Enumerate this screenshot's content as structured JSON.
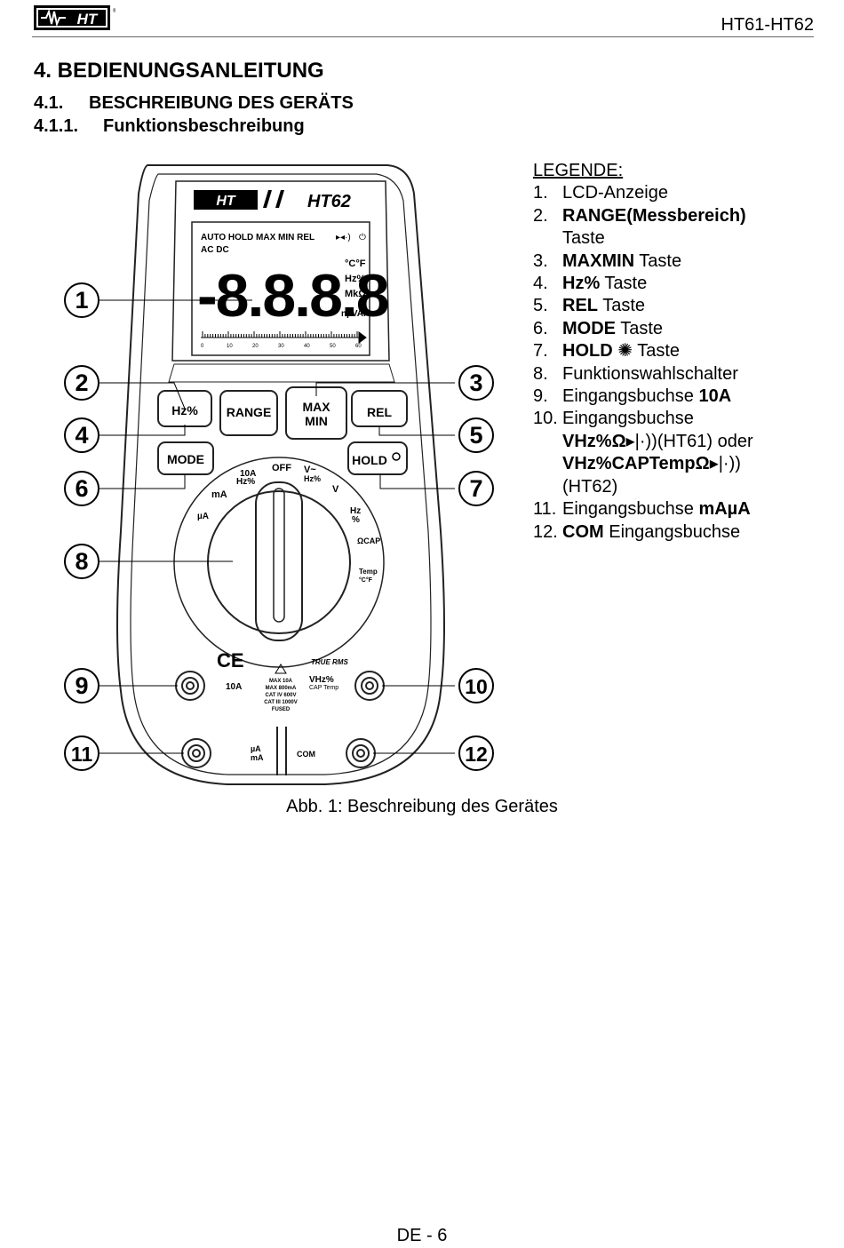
{
  "header": {
    "logo_text": "HT",
    "model": "HT61-HT62"
  },
  "headings": {
    "h1": "4. BEDIENUNGSANLEITUNG",
    "h2_num": "4.1.",
    "h2_text": "BESCHREIBUNG DES GERÄTS",
    "h3_num": "4.1.1.",
    "h3_text": "Funktionsbeschreibung"
  },
  "figure": {
    "callouts": [
      "1",
      "2",
      "3",
      "4",
      "5",
      "6",
      "7",
      "8",
      "9",
      "10",
      "11",
      "12"
    ],
    "device": {
      "brand": "HT",
      "model": "HT62",
      "lcd_top": "AUTO HOLD MAX MIN REL",
      "lcd_acdc": "AC DC",
      "lcd_digits": "-8.8.8.8",
      "lcd_units": [
        "°C°F",
        "Hz%",
        "MkΩ",
        "nµVAF"
      ],
      "bar_scale": [
        "0",
        "10",
        "20",
        "30",
        "40",
        "50",
        "60"
      ],
      "buttons": {
        "hz": "Hz%",
        "range": "RANGE",
        "maxmin_1": "MAX",
        "maxmin_2": "MIN",
        "rel": "REL",
        "mode": "MODE",
        "hold": "HOLD"
      },
      "dial": {
        "off": "OFF",
        "v_ac": "V~",
        "hz_v": "Hz%",
        "v_dc": "V",
        "hz": "Hz",
        "pct": "%",
        "ohm_cap": "ΩCAP",
        "temp": "Temp",
        "temp_unit": "°C°F",
        "a10": "10A",
        "hz_a": "Hz%",
        "ma": "mA",
        "ua": "µA"
      },
      "ce": "CE",
      "true_rms": "TRUE RMS",
      "warning": [
        "MAX 10A",
        "MAX 800mA",
        "CAT IV 600V",
        "CAT III 1000V",
        "FUSED"
      ],
      "jack_10a": "10A",
      "jack_vhz": "VHz%",
      "jack_vhz_2": "CAP Temp",
      "jack_ua": "µA",
      "jack_ma": "mA",
      "jack_com": "COM"
    }
  },
  "legend": {
    "title": "LEGENDE:",
    "items": [
      {
        "n": "1.",
        "pre": "LCD-Anzeige",
        "bold": "",
        "post": ""
      },
      {
        "n": "2.",
        "pre": "",
        "bold": "RANGE(Messbereich)",
        "post": "Taste"
      },
      {
        "n": "3.",
        "pre": "",
        "bold": "MAXMIN",
        "post": " Taste"
      },
      {
        "n": "4.",
        "pre": "",
        "bold": "Hz%",
        "post": " Taste"
      },
      {
        "n": "5.",
        "pre": "",
        "bold": "REL",
        "post": " Taste"
      },
      {
        "n": "6.",
        "pre": "",
        "bold": "MODE",
        "post": " Taste"
      },
      {
        "n": "7.",
        "pre": "",
        "bold": "HOLD",
        "post": "  Taste"
      },
      {
        "n": "8.",
        "pre": "Funktionswahlschalter",
        "bold": "",
        "post": ""
      },
      {
        "n": "9.",
        "pre": "Eingangsbuchse ",
        "bold": "10A",
        "post": ""
      },
      {
        "n": "10.",
        "pre": "Eingangsbuchse",
        "bold": "",
        "post": ""
      },
      {
        "n": "11.",
        "pre": "Eingangsbuchse ",
        "bold": "mAµA",
        "post": ""
      },
      {
        "n": "12.",
        "pre": "",
        "bold": "COM",
        "post": " Eingangsbuchse"
      }
    ],
    "item10_line2_bold": "VHz%Ω",
    "item10_line2_post": "(HT61)  oder",
    "item10_line3_bold": "VHz%CAPTempΩ",
    "item10_line4": "(HT62)"
  },
  "caption": "Abb. 1: Beschreibung des Gerätes",
  "footer": "DE - 6"
}
